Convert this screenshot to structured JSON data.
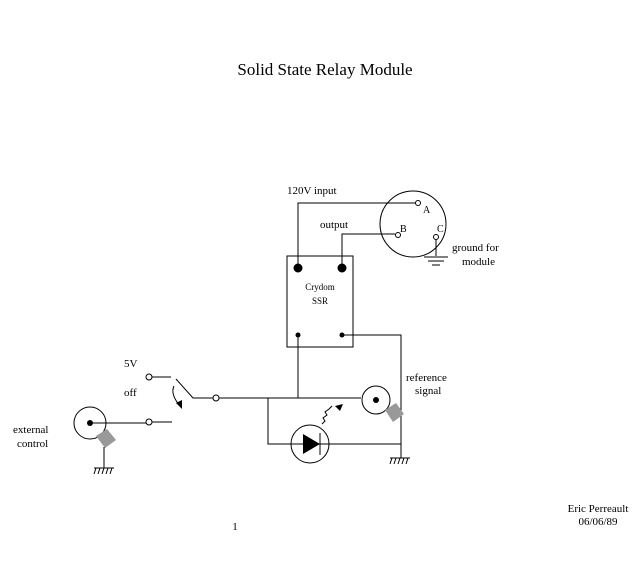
{
  "title": "Solid State Relay Module",
  "labels": {
    "input": "120V   input",
    "output": "output",
    "pin_a": "A",
    "pin_b": "B",
    "pin_c": "C",
    "ground_line1": "ground for",
    "ground_line2": "module",
    "ssr_line1": "Crydom",
    "ssr_line2": "SSR",
    "switch_5v": "5V",
    "switch_off": "off",
    "reference_line1": "reference",
    "reference_line2": "signal",
    "external_line1": "external",
    "external_line2": "control"
  },
  "footer": {
    "author": "Eric Perreault",
    "date": "06/06/89",
    "page": "1"
  }
}
